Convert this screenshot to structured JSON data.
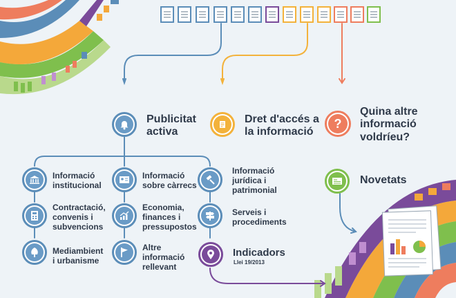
{
  "colors": {
    "blue": "#5b8db8",
    "blue_fill": "#6a9bc6",
    "yellow": "#f3b23b",
    "orange": "#ee7d5e",
    "purple": "#7a4b9a",
    "green": "#7fbf4d",
    "text": "#2f3a4a"
  },
  "main": {
    "publicitat": {
      "line1": "Publicitat",
      "line2": "activa",
      "icon": "bell-icon"
    },
    "dret": {
      "line1": "Dret d'accés a",
      "line2": "la informació",
      "icon": "scroll-icon"
    },
    "quina": {
      "line1": "Quina altre",
      "line2": "informació",
      "line3": "voldríeu?",
      "icon": "question-icon"
    },
    "novetats": {
      "label": "Novetats",
      "icon": "newspaper-icon"
    },
    "indicadors": {
      "label": "Indicadors",
      "sub": "Llei 19/2013",
      "icon": "location-pin-icon"
    }
  },
  "categories": [
    {
      "l1": "Informació",
      "l2": "institucional",
      "l3": "",
      "icon": "institution-icon"
    },
    {
      "l1": "Informació",
      "l2": "sobre càrrecs",
      "l3": "",
      "icon": "id-card-icon"
    },
    {
      "l1": "Informació",
      "l2": "jurídica i",
      "l3": "patrimonial",
      "icon": "gavel-icon"
    },
    {
      "l1": "Contractació,",
      "l2": "convenis i",
      "l3": "subvencions",
      "icon": "calculator-icon"
    },
    {
      "l1": "Economia,",
      "l2": "finances i",
      "l3": "pressupostos",
      "icon": "chart-icon"
    },
    {
      "l1": "Serveis i",
      "l2": "procediments",
      "l3": "",
      "icon": "signpost-icon"
    },
    {
      "l1": "Mediambient",
      "l2": "i urbanisme",
      "l3": "",
      "icon": "tree-icon"
    },
    {
      "l1": "Altre",
      "l2": "informació",
      "l3": "rellevant",
      "icon": "flag-icon"
    }
  ]
}
